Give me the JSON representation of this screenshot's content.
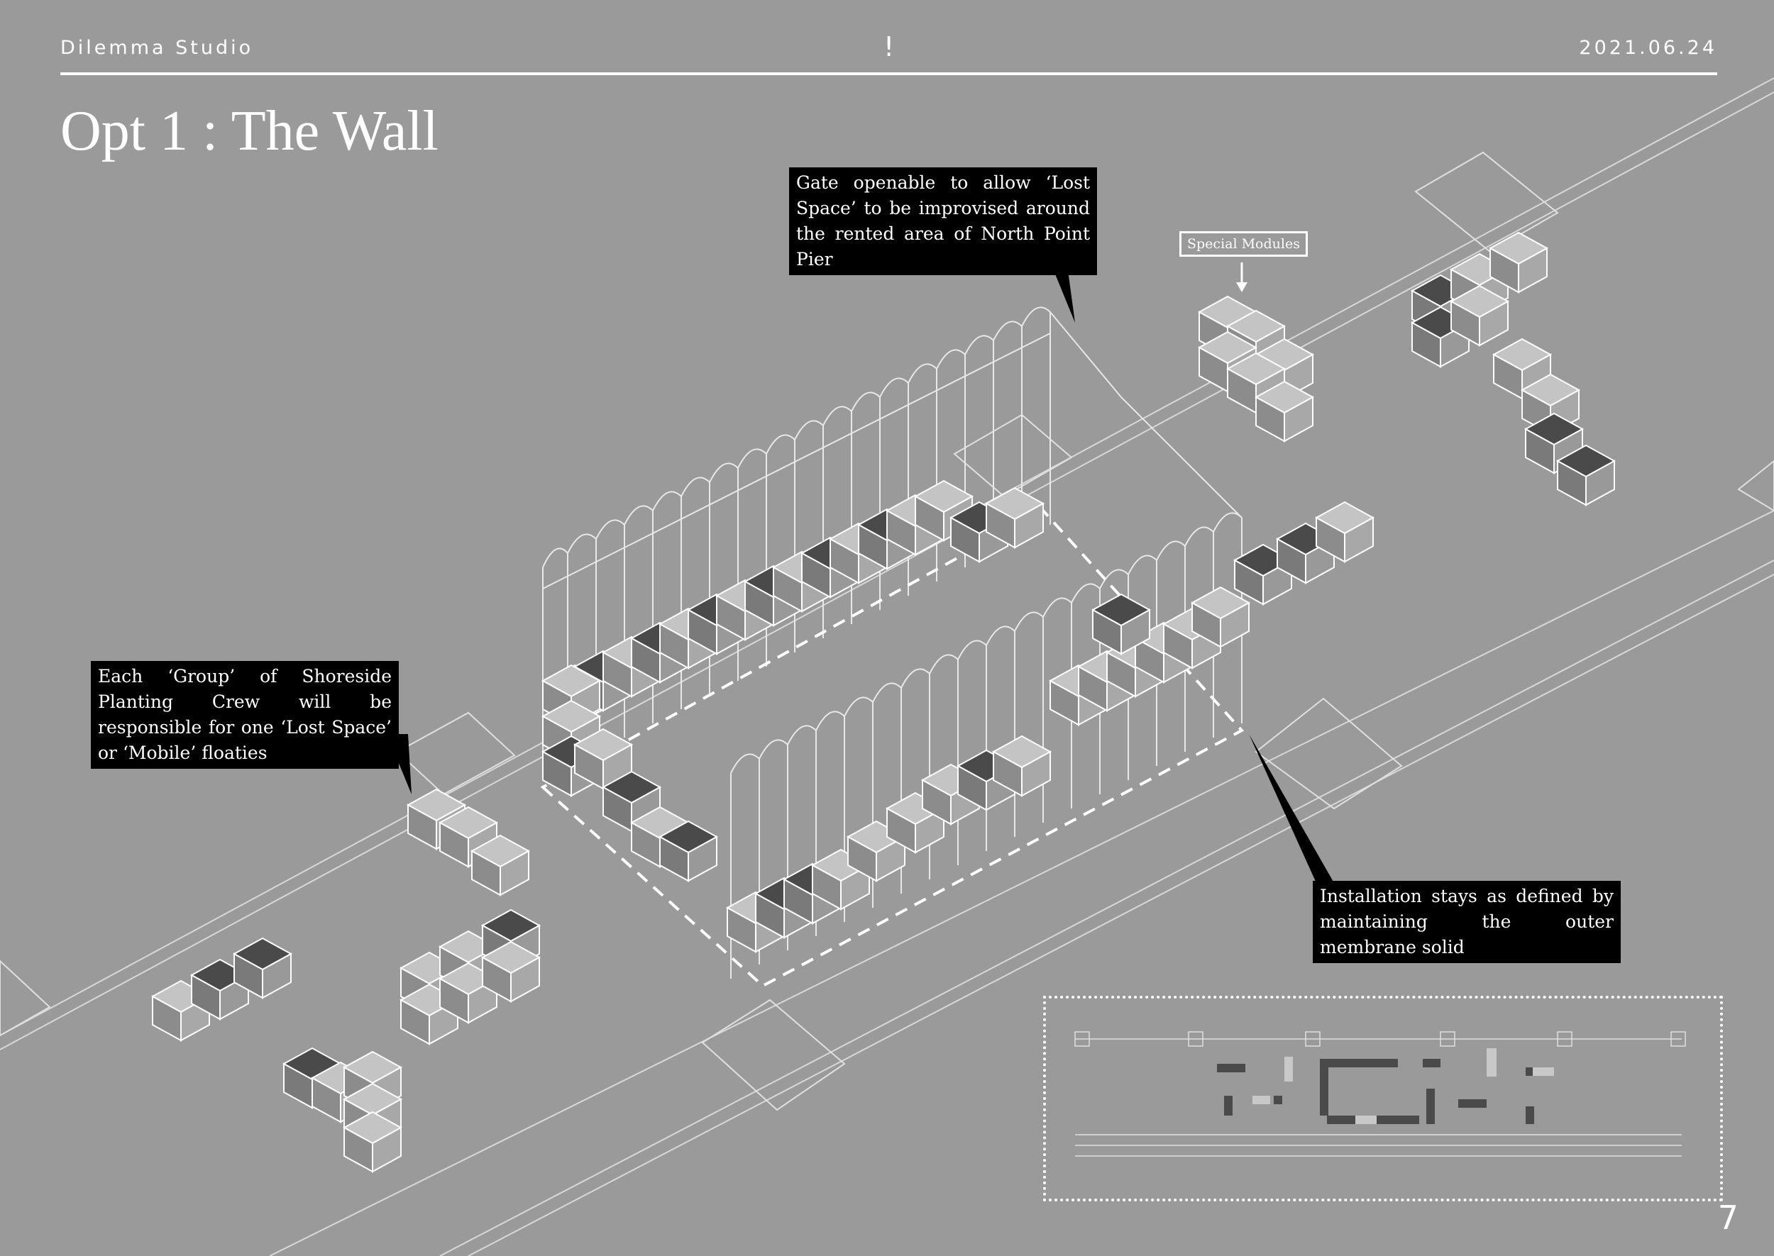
{
  "header": {
    "studio": "Dilemma Studio",
    "mark": "!",
    "date": "2021.06.24"
  },
  "title": "Opt 1 : The Wall",
  "annotations": {
    "gate": "Gate openable to allow ‘Lost Space’ to be improvised around the rented area of North Point Pier",
    "special_modules": "Special Modules",
    "groups": "Each ‘Group’ of Shoreside Planting Crew will be responsible for one ‘Lost Space’ or ‘Mobile’ floaties",
    "installation": "Installation stays as defined by maintaining the outer membrane solid"
  },
  "page_number": "7",
  "colors": {
    "background": "#9a9a9a",
    "line": "#ffffff",
    "module_dark": "#4a4a4a",
    "module_light": "#bdbdbd",
    "callout": "#000000"
  }
}
